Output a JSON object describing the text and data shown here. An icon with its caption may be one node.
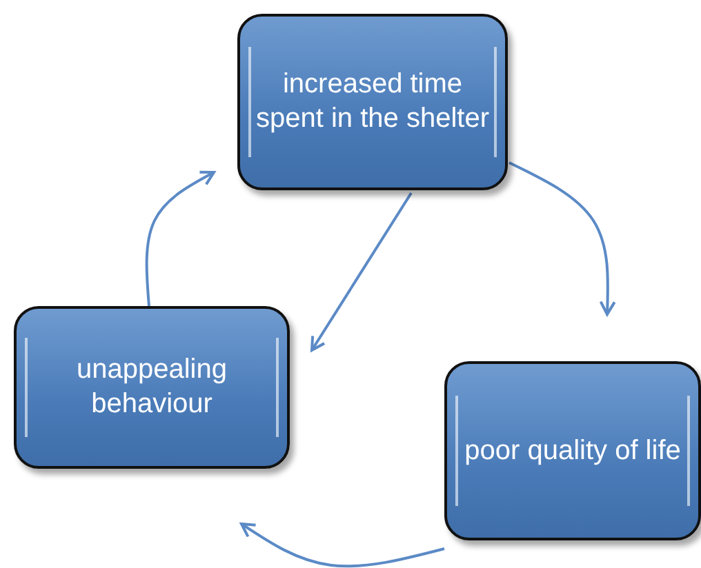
{
  "diagram": {
    "nodes": [
      {
        "text": [
          "increased time spent in the shelter"
        ]
      },
      {
        "text": [
          "unappealing behaviour"
        ]
      },
      {
        "text": [
          "poor quality of life"
        ]
      }
    ],
    "edges": [
      {
        "from": 0,
        "to": 2,
        "arrow": "to"
      },
      {
        "from": 2,
        "to": 1,
        "arrow": "to"
      },
      {
        "from": 1,
        "to": 0,
        "arrow": "to"
      },
      {
        "from": 0,
        "to": 1,
        "arrow": "to"
      }
    ]
  }
}
